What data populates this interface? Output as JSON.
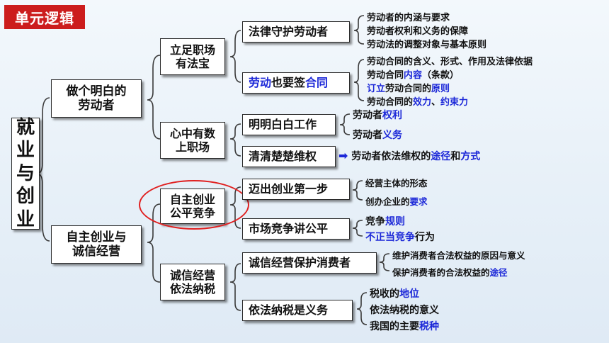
{
  "title": "单元逻辑",
  "root": [
    "就",
    "业",
    "与",
    "创",
    "业"
  ],
  "level1": {
    "a": [
      "做个明白的",
      "劳动者"
    ],
    "b": [
      "自主创业与",
      "诚信经营"
    ]
  },
  "level2": {
    "a1": [
      "立足职场",
      "有法宝"
    ],
    "a2": [
      "心中有数",
      "上职场"
    ],
    "b1": [
      "自主创业",
      "公平竞争"
    ],
    "b2": [
      "诚信经营",
      "依法纳税"
    ]
  },
  "level3": {
    "n1": "法律守护劳动者",
    "n2a": "劳动",
    "n2b": "也要签",
    "n2c": "合同",
    "n3": "明明白白工作",
    "n4": "清清楚楚维权",
    "n5": "迈出创业第一步",
    "n6": "市场竞争讲公平",
    "n7": "诚信经营保护消费者",
    "n8": "依法纳税是义务"
  },
  "leaves": {
    "n1": [
      "劳动者的内涵与要求",
      "劳动者权利和义务的保障",
      "劳动法的调整对象与基本原则"
    ],
    "n2_1": "劳动合同的含义、形式、作用及法律依据",
    "n2_2a": "劳动合同",
    "n2_2b": "内容",
    "n2_2c": "（条款）",
    "n2_3a": "订立",
    "n2_3b": "劳动合同的",
    "n2_3c": "原则",
    "n2_4a": "劳动合同的",
    "n2_4b": "效力",
    "n2_4c": "、",
    "n2_4d": "约束力",
    "n3_1a": "劳动者",
    "n3_1b": "权利",
    "n3_2a": "劳动者",
    "n3_2b": "义务",
    "n4_arrow": "➡",
    "n4_a": "劳动者依法维权的",
    "n4_b": "途径",
    "n4_c": "和",
    "n4_d": "方式",
    "n5_1": "经营主体的形态",
    "n5_2a": "创办企业的",
    "n5_2b": "要求",
    "n6_1a": "竞争",
    "n6_1b": "规则",
    "n6_2a": "不正当竞争",
    "n6_2b": "行为",
    "n7_1": "维护消费者合法权益的原因与意义",
    "n7_2a": "保护消费者的合法权益的",
    "n7_2b": "途径",
    "n8_1a": "税收的",
    "n8_1b": "地位",
    "n8_2": "依法纳税的意义",
    "n8_3a": "我国的主要",
    "n8_3b": "税种"
  },
  "colors": {
    "badge": "#cc1d1d",
    "highlight": "#1c28d8",
    "circle": "#e02020",
    "line": "#3a3a3a"
  }
}
